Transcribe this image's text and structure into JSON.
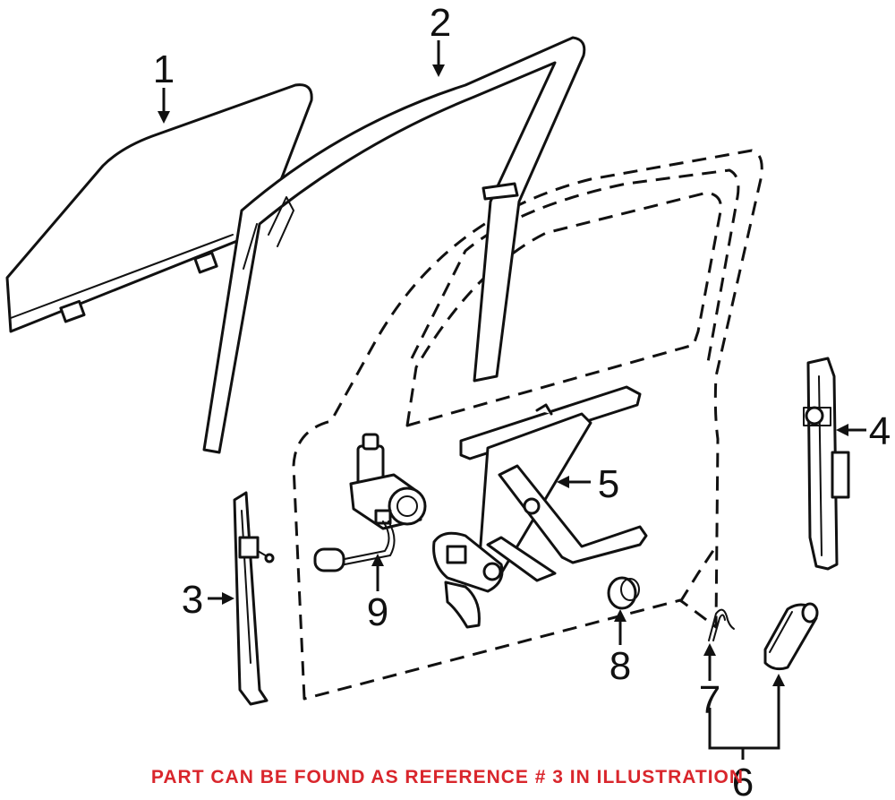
{
  "callouts": {
    "c1": "1",
    "c2": "2",
    "c3": "3",
    "c4": "4",
    "c5": "5",
    "c6": "6",
    "c7": "7",
    "c8": "8",
    "c9": "9"
  },
  "note": "PART CAN BE FOUND AS REFERENCE # 3 IN ILLUSTRATION",
  "colors": {
    "note": "#d9262c",
    "line": "#111111"
  }
}
